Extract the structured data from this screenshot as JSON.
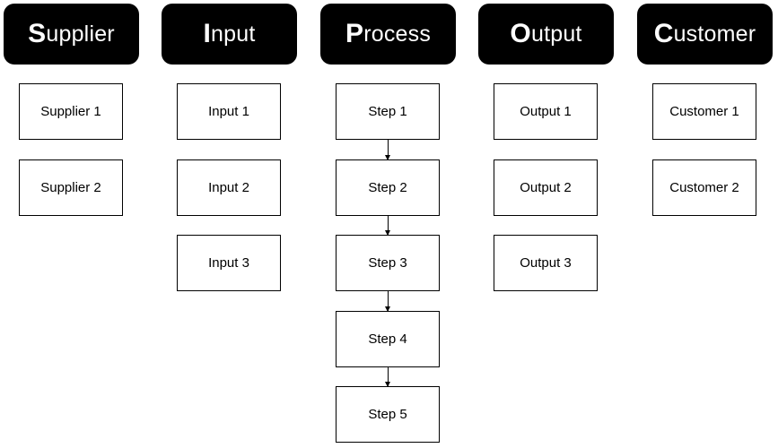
{
  "columns": [
    {
      "initial": "S",
      "rest": "upplier",
      "items": [
        "Supplier 1",
        "Supplier 2"
      ]
    },
    {
      "initial": "I",
      "rest": "nput",
      "items": [
        "Input 1",
        "Input 2",
        "Input 3"
      ]
    },
    {
      "initial": "P",
      "rest": "rocess",
      "items": [
        "Step 1",
        "Step 2",
        "Step 3",
        "Step 4",
        "Step 5"
      ]
    },
    {
      "initial": "O",
      "rest": "utput",
      "items": [
        "Output 1",
        "Output 2",
        "Output 3"
      ]
    },
    {
      "initial": "C",
      "rest": "ustomer",
      "items": [
        "Customer 1",
        "Customer 2"
      ]
    }
  ]
}
